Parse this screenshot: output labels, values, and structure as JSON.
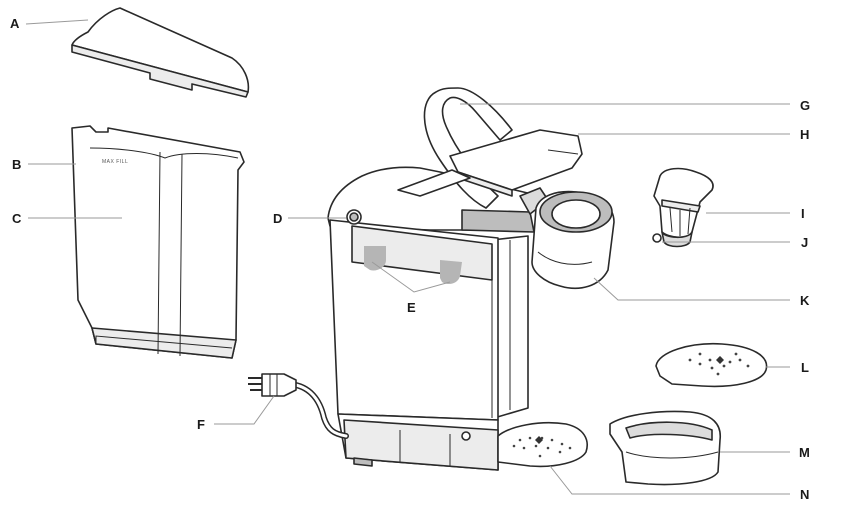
{
  "labels": {
    "A": "A",
    "B": "B",
    "C": "C",
    "D": "D",
    "E": "E",
    "F": "F",
    "G": "G",
    "H": "H",
    "I": "I",
    "J": "J",
    "K": "K",
    "L": "L",
    "M": "M",
    "N": "N"
  },
  "reservoir_marking": "MAX FILL"
}
